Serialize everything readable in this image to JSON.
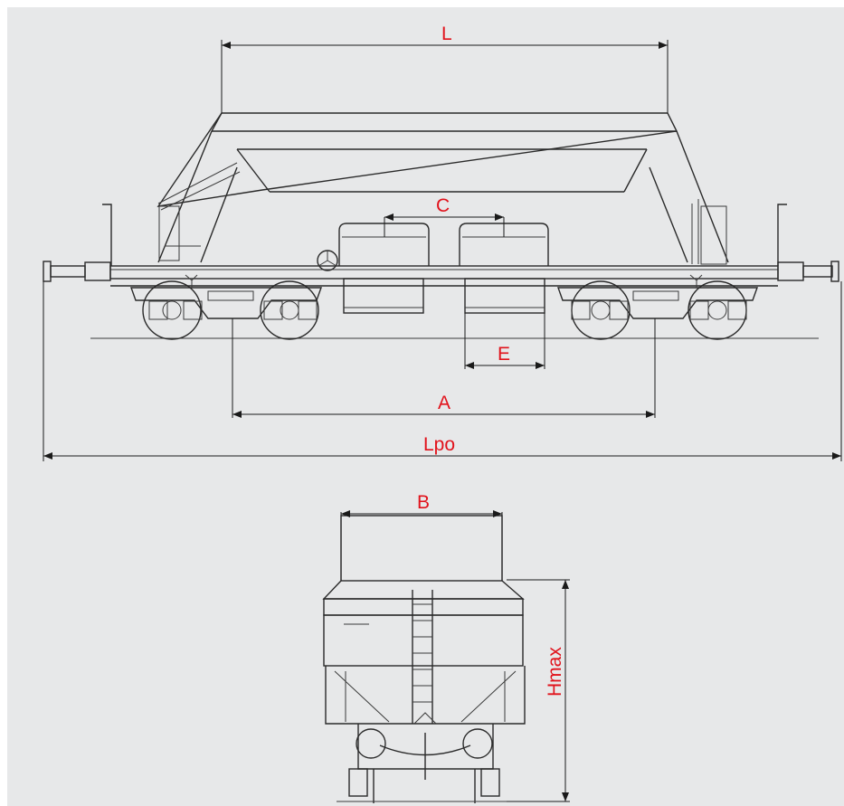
{
  "colors": {
    "background": "#e7e8e9",
    "dimension_label": "#e1121b",
    "line": "#2a2a2a"
  },
  "dimensions": {
    "L": "L",
    "C": "C",
    "E": "E",
    "A": "A",
    "Lpo": "Lpo",
    "B": "B",
    "Hmax": "Hmax"
  },
  "icons": {
    "emblem": "star-emblem-icon"
  }
}
